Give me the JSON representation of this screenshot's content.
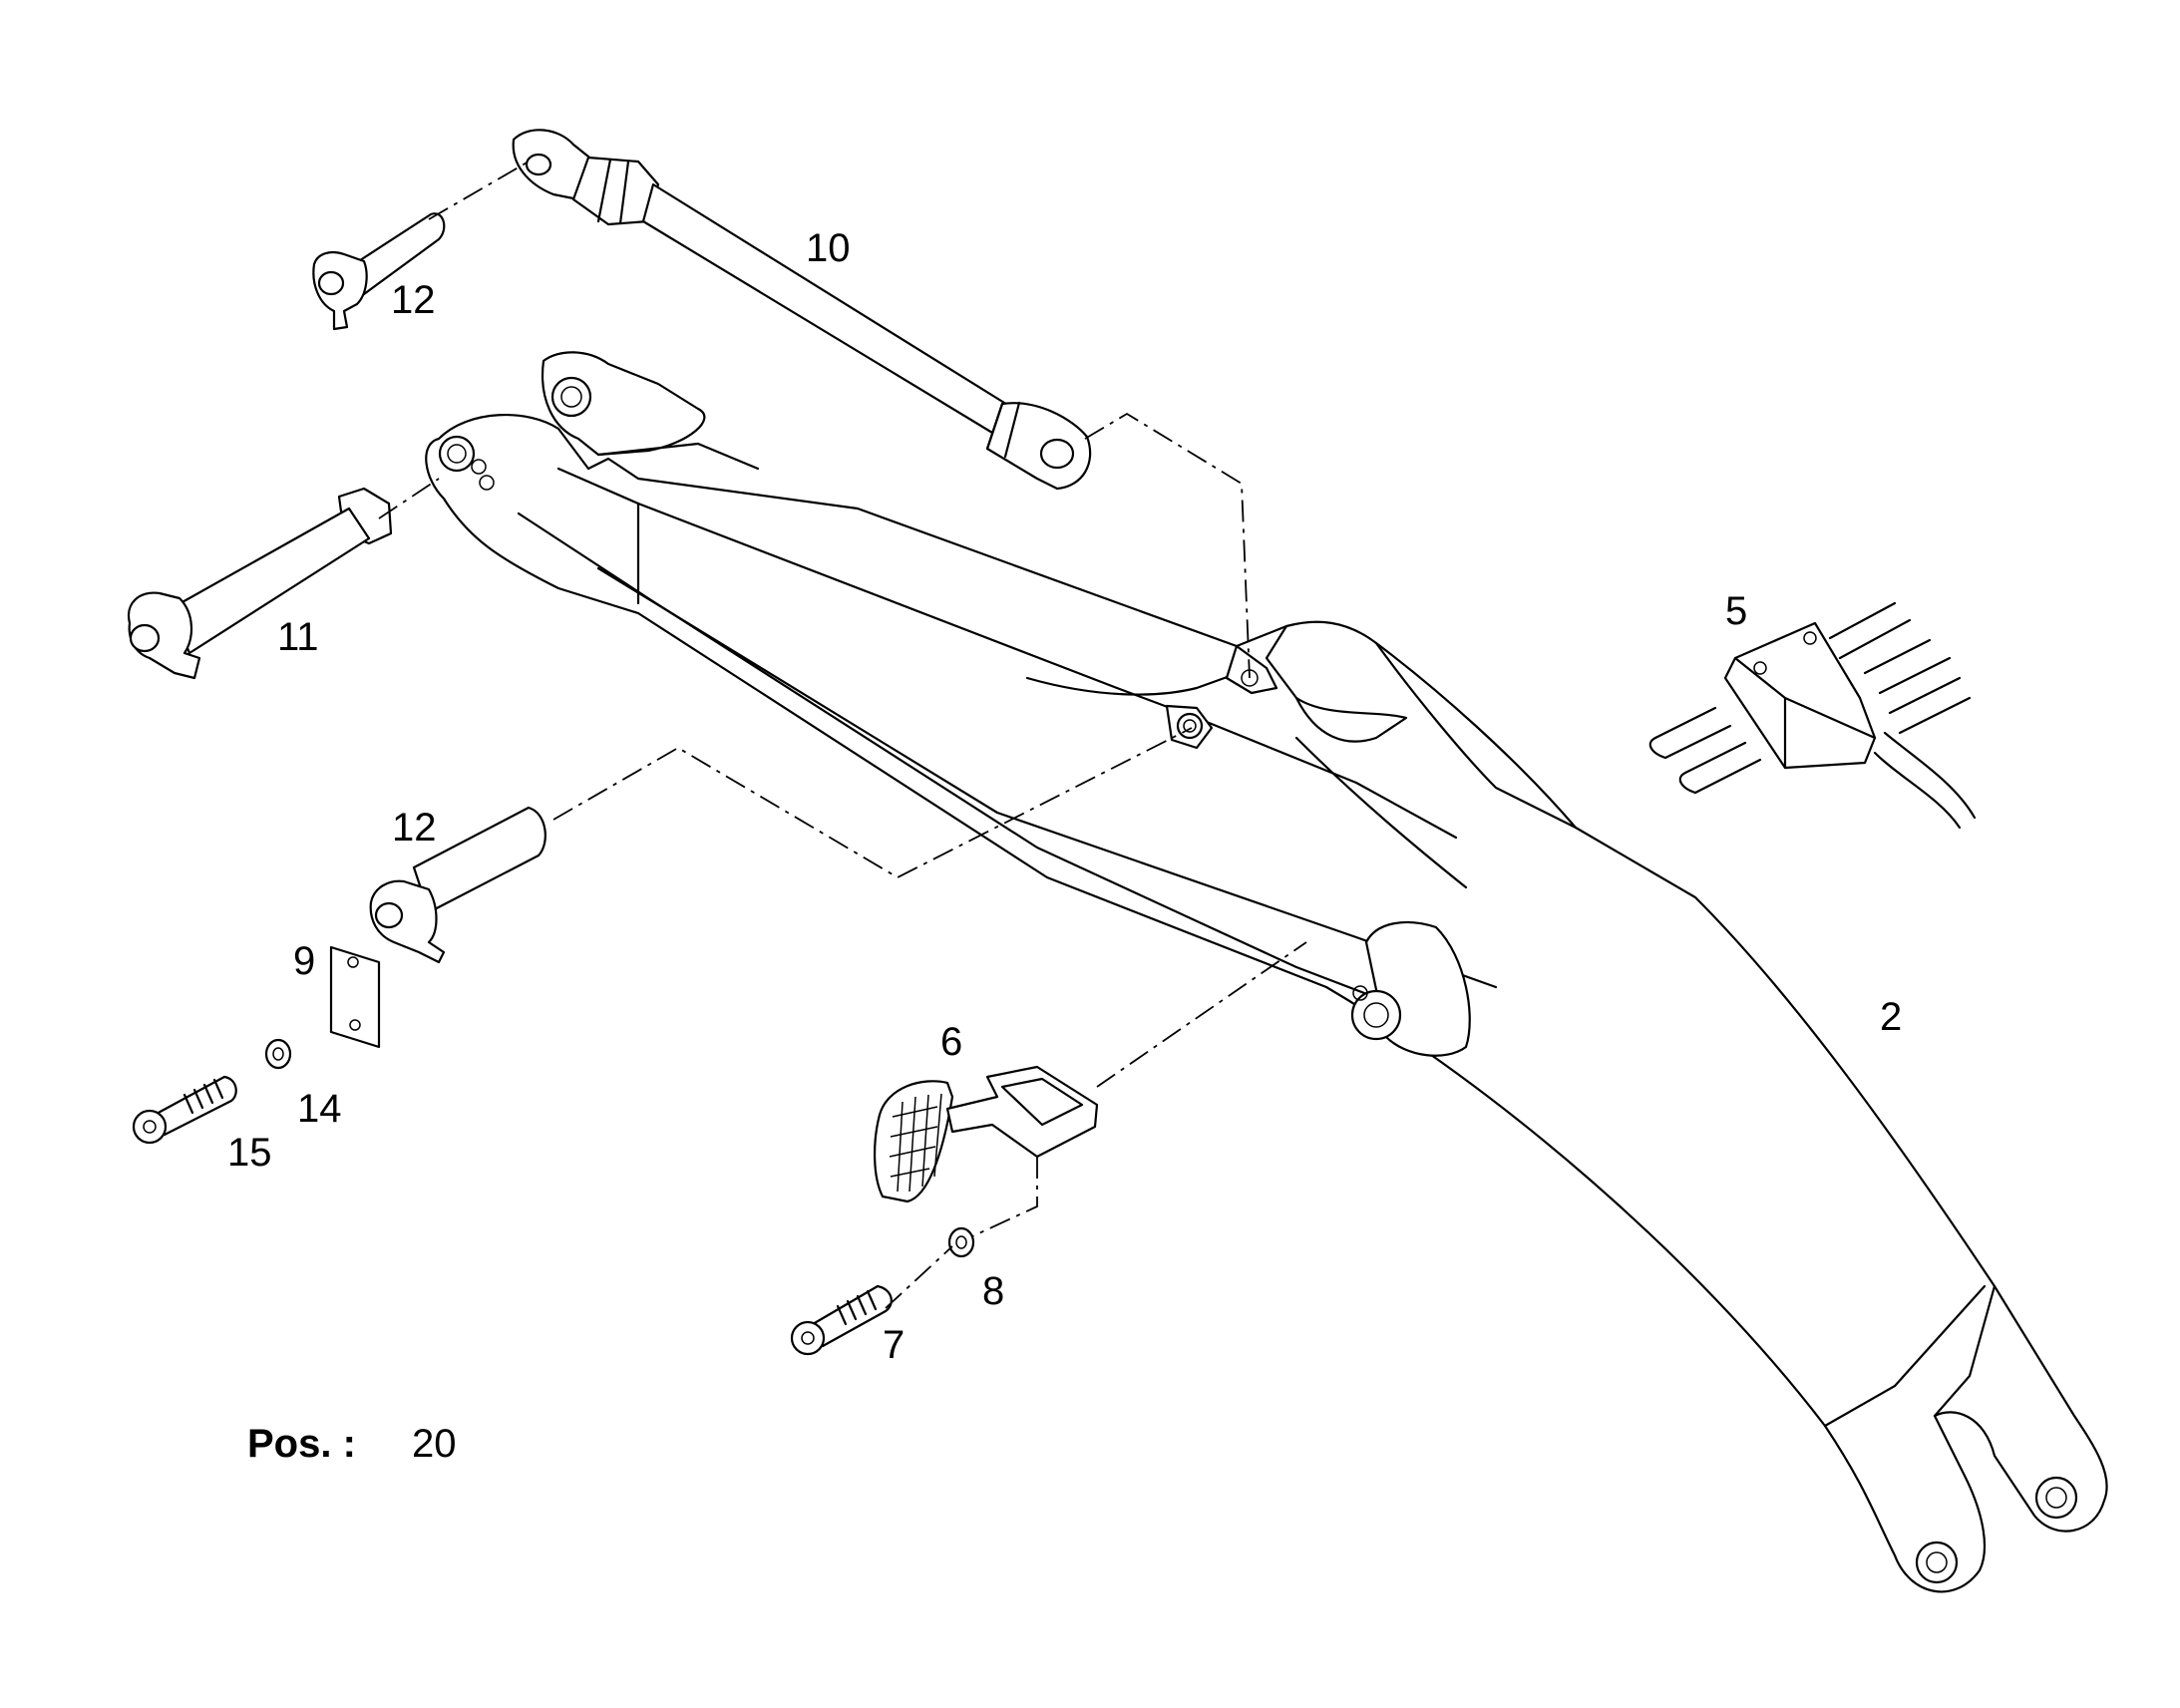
{
  "labels": {
    "p2": "2",
    "p5": "5",
    "p6": "6",
    "p7": "7",
    "p8": "8",
    "p9": "9",
    "p10": "10",
    "p11": "11",
    "p12a": "12",
    "p12b": "12",
    "p14": "14",
    "p15": "15"
  },
  "position": {
    "key": "Pos. :",
    "value": "20"
  }
}
